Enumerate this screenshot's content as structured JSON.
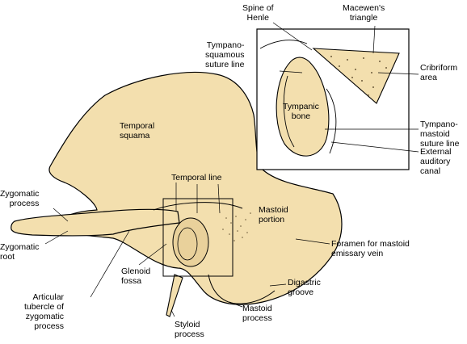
{
  "colors": {
    "bone": "#f3dfae",
    "outline": "#000000",
    "background": "#ffffff"
  },
  "labels": {
    "temporal_squama": "Temporal\nsquama",
    "temporal_line": "Temporal line",
    "mastoid_portion": "Mastoid\nportion",
    "zygomatic_process": "Zygomatic\nprocess",
    "zygomatic_root": "Zygomatic\nroot",
    "articular_tubercle": "Articular\ntubercle of\nzygomatic\nprocess",
    "glenoid_fossa": "Glenoid\nfossa",
    "styloid_process": "Styloid\nprocess",
    "mastoid_process": "Mastoid\nprocess",
    "digastric_groove": "Digastric\ngroove",
    "foramen_mastoid_emissary": "Foramen for mastoid\nemissary vein",
    "spine_of_henle": "Spine of\nHenle",
    "macewens_triangle": "Macewen's\ntriangle",
    "tympanosquamous_suture": "Tympano-\nsquamous\nsuture line",
    "cribriform_area": "Cribriform\narea",
    "tympanic_bone": "Tympanic\nbone",
    "tympanomastoid_suture": "Tympano-\nmastoid\nsuture line",
    "external_auditory_canal": "External\nauditory\ncanal"
  }
}
